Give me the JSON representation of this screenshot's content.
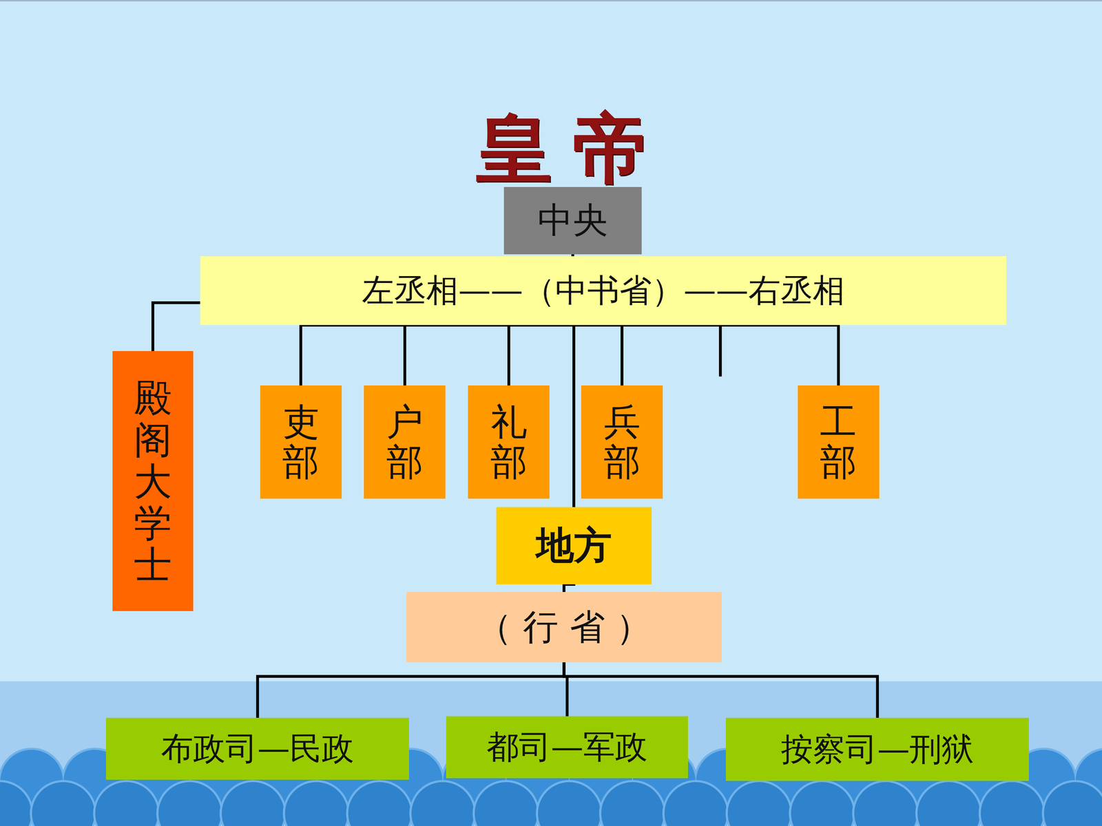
{
  "diagram": {
    "title": "皇帝",
    "nodes": [
      {
        "text": [
          "中央"
        ]
      },
      {
        "text": [
          "左丞相——（中书省）——右丞相"
        ]
      },
      {
        "text": [
          "殿阁大学士"
        ]
      },
      {
        "text": [
          "吏部"
        ]
      },
      {
        "text": [
          "户部"
        ]
      },
      {
        "text": [
          "礼部"
        ]
      },
      {
        "text": [
          "兵部"
        ]
      },
      {
        "text": [
          "工部"
        ]
      },
      {
        "text": [
          "地方"
        ]
      },
      {
        "text": [
          "（ 行 省 ）"
        ]
      },
      {
        "text": [
          "布政司—民政"
        ]
      },
      {
        "text": [
          "都司—军政"
        ]
      },
      {
        "text": [
          "按察司—刑狱"
        ]
      }
    ],
    "edges": [
      {
        "from": 0,
        "to": 2,
        "arrow": "none"
      },
      {
        "from": 1,
        "to": 3,
        "arrow": "none"
      },
      {
        "from": 1,
        "to": 4,
        "arrow": "none"
      },
      {
        "from": 1,
        "to": 5,
        "arrow": "none"
      },
      {
        "from": 1,
        "to": 6,
        "arrow": "none"
      },
      {
        "from": 1,
        "to": 7,
        "arrow": "none"
      },
      {
        "from": 1,
        "to": 8,
        "arrow": "none"
      },
      {
        "from": 8,
        "to": 9,
        "arrow": "none"
      },
      {
        "from": 9,
        "to": 10,
        "arrow": "none"
      },
      {
        "from": 9,
        "to": 11,
        "arrow": "none"
      },
      {
        "from": 9,
        "to": 12,
        "arrow": "none"
      }
    ]
  }
}
